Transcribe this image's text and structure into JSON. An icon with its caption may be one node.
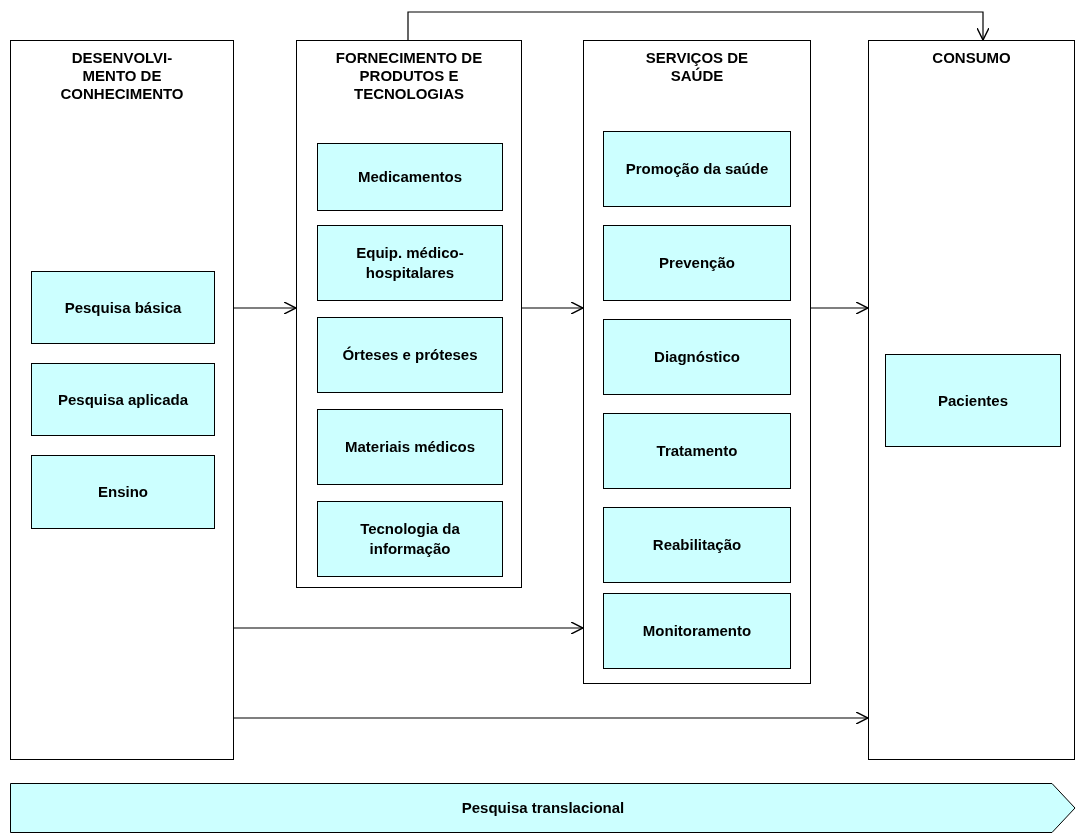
{
  "diagram": {
    "nodes": [
      {
        "text": [
          "DESENVOLVI- MENTO DE CONHECIMENTO"
        ]
      },
      {
        "text": [
          "Pesquisa básica"
        ],
        "in": 0
      },
      {
        "text": [
          "Pesquisa aplicada"
        ],
        "in": 0
      },
      {
        "text": [
          "Ensino"
        ],
        "in": 0
      },
      {
        "text": [
          "FORNECIMENTO DE PRODUTOS E TECNOLOGIAS"
        ]
      },
      {
        "text": [
          "Medicamentos"
        ],
        "in": 4
      },
      {
        "text": [
          "Equip. médico-hospitalares"
        ],
        "in": 4
      },
      {
        "text": [
          "Órteses e próteses"
        ],
        "in": 4
      },
      {
        "text": [
          "Materiais médicos"
        ],
        "in": 4
      },
      {
        "text": [
          "Tecnologia da informação"
        ],
        "in": 4
      },
      {
        "text": [
          "SERVIÇOS  DE SAÚDE"
        ]
      },
      {
        "text": [
          "Promoção da saúde"
        ],
        "in": 10
      },
      {
        "text": [
          "Prevenção"
        ],
        "in": 10
      },
      {
        "text": [
          "Diagnóstico"
        ],
        "in": 10
      },
      {
        "text": [
          "Tratamento"
        ],
        "in": 10
      },
      {
        "text": [
          "Reabilitação"
        ],
        "in": 10
      },
      {
        "text": [
          "Monitoramento"
        ],
        "in": 10
      },
      {
        "text": [
          "CONSUMO"
        ]
      },
      {
        "text": [
          "Pacientes"
        ],
        "in": 17
      },
      {
        "text": [
          "Pesquisa translacional"
        ]
      }
    ],
    "edges": [
      {
        "from": 0,
        "to": 4,
        "arrow": "to"
      },
      {
        "from": 4,
        "to": 10,
        "arrow": "to"
      },
      {
        "from": 10,
        "to": 17,
        "arrow": "to"
      },
      {
        "from": 0,
        "to": 10,
        "arrow": "to"
      },
      {
        "from": 0,
        "to": 17,
        "arrow": "to"
      },
      {
        "from": 4,
        "to": 17,
        "arrow": "to"
      }
    ]
  }
}
